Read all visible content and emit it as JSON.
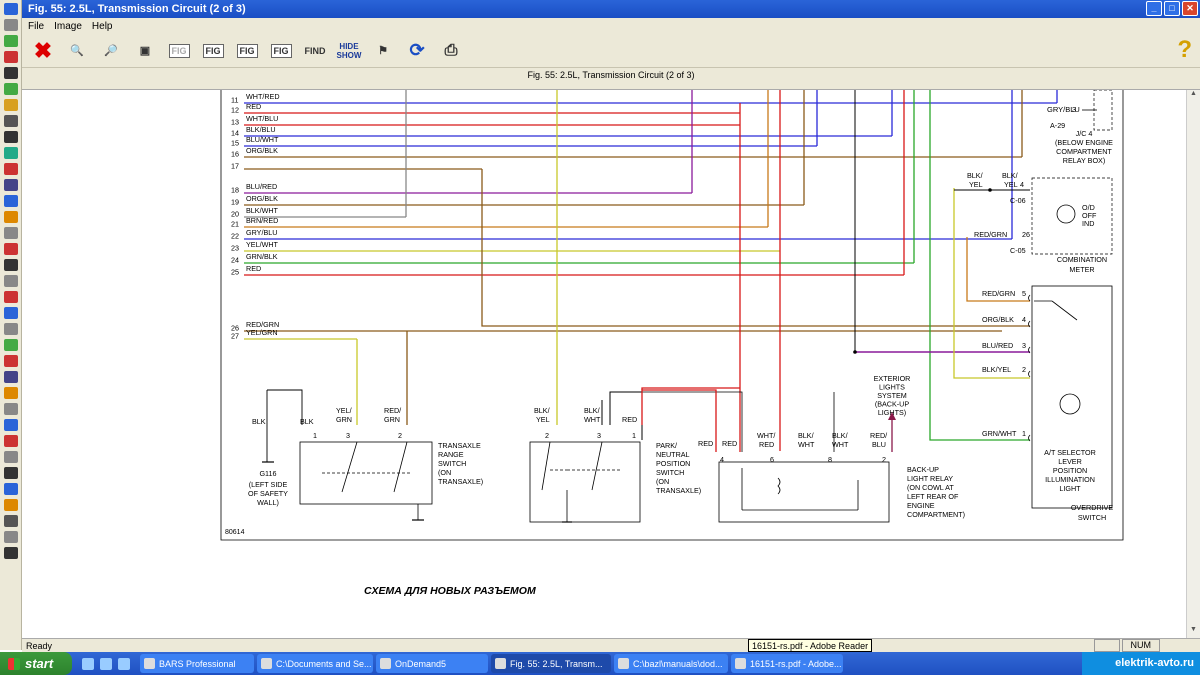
{
  "window": {
    "title": "Fig. 55: 2.5L, Transmission Circuit (2 of 3)"
  },
  "menu": {
    "file": "File",
    "image": "Image",
    "help": "Help"
  },
  "toolbar": {
    "find": "FIND",
    "hide": "HIDE",
    "show": "SHOW",
    "fig": "FIG"
  },
  "doc": {
    "header": "Fig. 55: 2.5L, Transmission Circuit (2 of 3)",
    "figure_id": "80614",
    "caption": "СХЕМА ДЛЯ НОВЫХ РАЗЪЕМОМ"
  },
  "wires": [
    {
      "n": "11",
      "label": "WHT/RED"
    },
    {
      "n": "12",
      "label": "RED"
    },
    {
      "n": "13",
      "label": "WHT/BLU"
    },
    {
      "n": "14",
      "label": "BLK/BLU"
    },
    {
      "n": "15",
      "label": "BLU/WHT"
    },
    {
      "n": "16",
      "label": "ORG/BLK"
    },
    {
      "n": "17",
      "label": ""
    },
    {
      "n": "18",
      "label": "BLU/RED"
    },
    {
      "n": "19",
      "label": "ORG/BLK"
    },
    {
      "n": "20",
      "label": "BLK/WHT"
    },
    {
      "n": "21",
      "label": "BRN/RED"
    },
    {
      "n": "22",
      "label": "GRY/BLU"
    },
    {
      "n": "23",
      "label": "YEL/WHT"
    },
    {
      "n": "24",
      "label": "GRN/BLK"
    },
    {
      "n": "25",
      "label": "RED"
    },
    {
      "n": "26",
      "label": "RED/GRN"
    },
    {
      "n": "27",
      "label": "YEL/GRN"
    }
  ],
  "components": {
    "jc4": {
      "wire": "GRY/BLU",
      "pin": "3",
      "conn": "A-29",
      "line1": "J/C 4",
      "line2": "(BELOW ENGINE",
      "line3": "COMPARTMENT",
      "line4": "RELAY BOX)"
    },
    "meter": {
      "w1a": "BLK/",
      "w1b": "YEL",
      "w2a": "BLK/",
      "w2b": "YEL",
      "pin1": "4",
      "conn1": "C-06",
      "w3": "RED/GRN",
      "pin2": "26",
      "conn2": "C-05",
      "ind1": "O/D",
      "ind2": "OFF",
      "ind3": "IND",
      "name1": "COMBINATION",
      "name2": "METER"
    },
    "od_switch": {
      "pins": [
        {
          "w": "RED/GRN",
          "p": "5"
        },
        {
          "w": "ORG/BLK",
          "p": "4"
        },
        {
          "w": "BLU/RED",
          "p": "3"
        },
        {
          "w": "BLK/YEL",
          "p": "2"
        },
        {
          "w": "GRN/WHT",
          "p": "1"
        }
      ],
      "light1": "A/T SELECTOR",
      "light2": "LEVER",
      "light3": "POSITION",
      "light4": "ILLUMINATION",
      "light5": "LIGHT",
      "name1": "OVERDRIVE",
      "name2": "SWITCH"
    },
    "ext_lights": {
      "l1": "EXTERIOR",
      "l2": "LIGHTS",
      "l3": "SYSTEM",
      "l4": "(BACK-UP",
      "l5": "LIGHTS)"
    },
    "relay": {
      "w1": "RED",
      "w2": "RED",
      "w3a": "WHT/",
      "w3b": "RED",
      "w4a": "BLK/",
      "w4b": "WHT",
      "w5a": "BLK/",
      "w5b": "WHT",
      "w6a": "RED/",
      "w6b": "BLU",
      "p4": "4",
      "p6": "6",
      "p8": "8",
      "p2": "2",
      "l1": "BACK-UP",
      "l2": "LIGHT RELAY",
      "l3": "(ON COWL AT",
      "l4": "LEFT REAR OF",
      "l5": "ENGINE",
      "l6": "COMPARTMENT)"
    },
    "pn_switch": {
      "w1a": "BLK/",
      "w1b": "YEL",
      "w2a": "BLK/",
      "w2b": "WHT",
      "w3": "RED",
      "p2": "2",
      "p3": "3",
      "p1": "1",
      "l1": "PARK/",
      "l2": "NEUTRAL",
      "l3": "POSITION",
      "l4": "SWITCH",
      "l5": "(ON",
      "l6": "TRANSAXLE)"
    },
    "tr_switch": {
      "w1": "BLK",
      "w2a": "YEL/",
      "w2b": "GRN",
      "w3a": "RED/",
      "w3b": "GRN",
      "p1": "1",
      "p3": "3",
      "p2": "2",
      "l1": "TRANSAXLE",
      "l2": "RANGE",
      "l3": "SWITCH",
      "l4": "(ON",
      "l5": "TRANSAXLE)"
    },
    "ground": {
      "wire": "BLK",
      "id": "G116",
      "l1": "(LEFT SIDE",
      "l2": "OF SAFETY",
      "l3": "WALL)"
    }
  },
  "status": {
    "text": "Ready",
    "num": "NUM",
    "tooltip": "16151-rs.pdf - Adobe Reader"
  },
  "taskbar": {
    "start": "start",
    "tasks": [
      "BARS Professional",
      "C:\\Documents and Se...",
      "OnDemand5",
      "Fig. 55: 2.5L, Transm...",
      "C:\\bazl\\manuals\\dod...",
      "16151-rs.pdf - Adobe..."
    ],
    "tray": "elektrik-avto.ru"
  },
  "colors": {
    "red": "#d81818",
    "yellow": "#c8c82a",
    "green": "#2aa82a",
    "blue": "#2a2ad8",
    "purple": "#8a1a9a",
    "brown": "#8a5a1a",
    "gray": "#888888",
    "orange": "#c87a1a"
  }
}
